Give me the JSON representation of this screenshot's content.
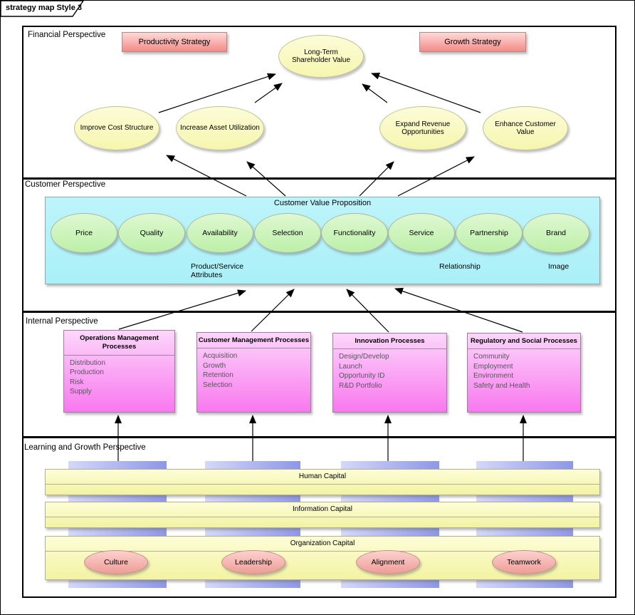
{
  "frame": {
    "tab_label": "strategy map Style 3"
  },
  "sections": {
    "financial_label": "Financial Perspective",
    "customer_label": "Customer Perspective",
    "internal_label": "Internal Perspective",
    "learning_label": "Learning and Growth Perspective"
  },
  "financial": {
    "productivity_strategy_label": "Productivity Strategy",
    "growth_strategy_label": "Growth Strategy",
    "goal_label": "Long-Term Shareholder Value",
    "objectives": [
      "Improve Cost Structure",
      "Increase Asset Utilization",
      "Expand Revenue Opportunities",
      "Enhance Customer Value"
    ]
  },
  "customer": {
    "value_proposition_label": "Customer Value Proposition",
    "attributes": [
      "Price",
      "Quality",
      "Availability",
      "Selection",
      "Functionality",
      "Service",
      "Partnership",
      "Brand"
    ],
    "group_labels": {
      "attributes": "Product/Service\nAttributes",
      "relationship": "Relationship",
      "image": "Image"
    }
  },
  "internal": {
    "processes": [
      {
        "title": "Operations Management\nProcesses",
        "items": [
          "Distribution",
          "Production",
          "Risk",
          "Supply"
        ]
      },
      {
        "title": "Customer Management Processes",
        "items": [
          "Acquisition",
          "Growth",
          "Retention",
          "Selection"
        ]
      },
      {
        "title": "Innovation Processes",
        "items": [
          "Design/Develop",
          "Launch",
          "Opportunity ID",
          "R&D Portfolio"
        ]
      },
      {
        "title": "Regulatory and Social Processes",
        "items": [
          "Community",
          "Employment",
          "Environment",
          "Safety and Health"
        ]
      }
    ]
  },
  "learning": {
    "capitals": [
      "Human Capital",
      "Information Capital",
      "Organization Capital"
    ],
    "organization_values": [
      "Culture",
      "Leadership",
      "Alignment",
      "Teamwork"
    ]
  },
  "connections": [
    {
      "from": "Improve Cost Structure",
      "to": "Long-Term Shareholder Value"
    },
    {
      "from": "Increase Asset Utilization",
      "to": "Long-Term Shareholder Value"
    },
    {
      "from": "Expand Revenue Opportunities",
      "to": "Long-Term Shareholder Value"
    },
    {
      "from": "Enhance Customer Value",
      "to": "Long-Term Shareholder Value"
    },
    {
      "from": "Customer Value Proposition",
      "to": "Improve Cost Structure"
    },
    {
      "from": "Customer Value Proposition",
      "to": "Increase Asset Utilization"
    },
    {
      "from": "Customer Value Proposition",
      "to": "Expand Revenue Opportunities"
    },
    {
      "from": "Customer Value Proposition",
      "to": "Enhance Customer Value"
    },
    {
      "from": "Operations Management Processes",
      "to": "Customer Value Proposition"
    },
    {
      "from": "Customer Management Processes",
      "to": "Customer Value Proposition"
    },
    {
      "from": "Innovation Processes",
      "to": "Customer Value Proposition"
    },
    {
      "from": "Regulatory and Social Processes",
      "to": "Customer Value Proposition"
    },
    {
      "from": "Human Capital",
      "to": "Operations Management Processes"
    },
    {
      "from": "Human Capital",
      "to": "Customer Management Processes"
    },
    {
      "from": "Human Capital",
      "to": "Innovation Processes"
    },
    {
      "from": "Human Capital",
      "to": "Regulatory and Social Processes"
    }
  ],
  "colors": {
    "strategy_box": "#f2908c",
    "objective_ellipse": "#fafac8",
    "value_proposition_bg": "#b5f2f9",
    "attribute_ellipse": "#c9f2b5",
    "process_box": "#f97df0",
    "capital_bar": "#f7f7ad",
    "capital_column": "#9aa3ea",
    "organization_value_ellipse": "#f4a09b",
    "connector": "#000000"
  }
}
